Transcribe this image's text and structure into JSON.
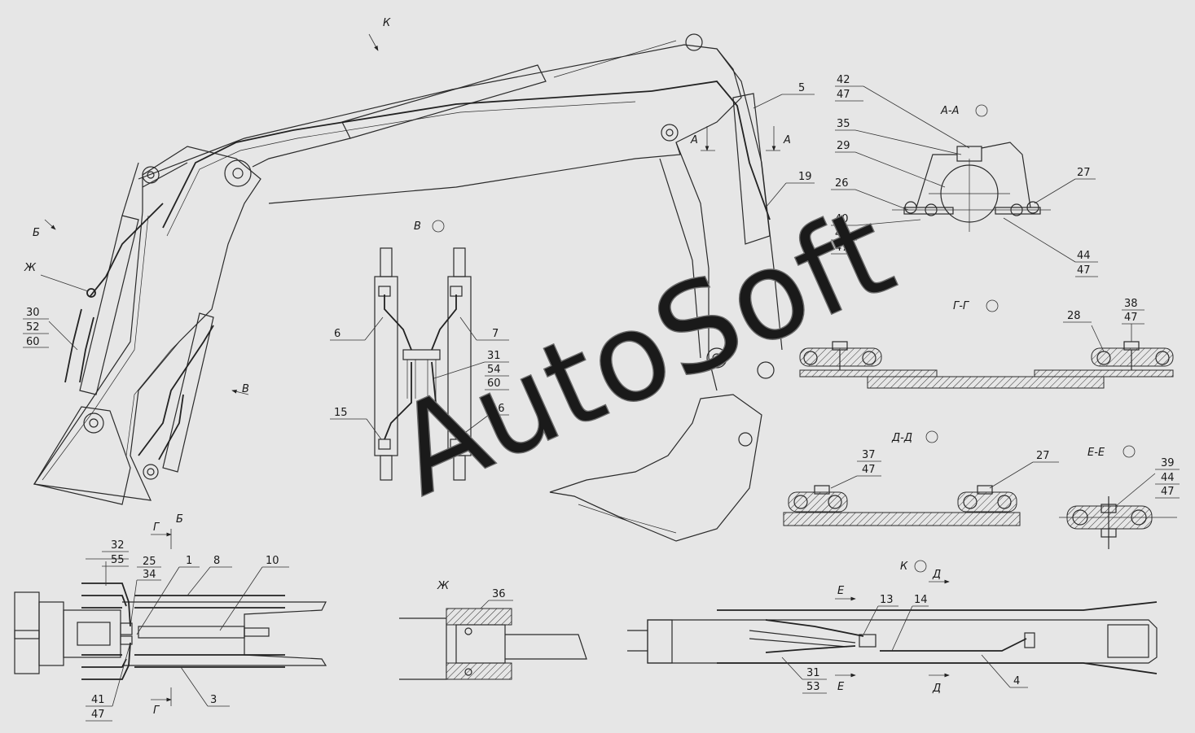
{
  "watermark": "AutoSoft",
  "views": {
    "k": "К",
    "b": "Б",
    "v": "В",
    "zh": "Ж",
    "a_mark": "А",
    "aa": "А-А",
    "v_view": "В",
    "gg": "Г-Г",
    "dd": "Д-Д",
    "ee": "Е-Е",
    "k_view": "К",
    "b_view": "Б",
    "g": "Г",
    "e": "Е",
    "d": "Д",
    "zh_view": "Ж"
  },
  "labels": {
    "p5": "5",
    "p19": "19",
    "p42": "42",
    "p47a": "47",
    "p35": "35",
    "p29": "29",
    "p26": "26",
    "p40": "40",
    "p44a": "44",
    "p47b": "47",
    "p27a": "27",
    "p44b": "44",
    "p47c": "47",
    "p30": "30",
    "p52": "52",
    "p60a": "60",
    "p6": "6",
    "p7": "7",
    "p31a": "31",
    "p54": "54",
    "p60b": "60",
    "p15": "15",
    "p16": "16",
    "p28": "28",
    "p38": "38",
    "p47d": "47",
    "p37": "37",
    "p47e": "47",
    "p27b": "27",
    "p39": "39",
    "p44c": "44",
    "p47f": "47",
    "p32": "32",
    "p55": "55",
    "p25": "25",
    "p34": "34",
    "p1": "1",
    "p8": "8",
    "p10": "10",
    "p41": "41",
    "p47g": "47",
    "p3": "3",
    "p36": "36",
    "p13": "13",
    "p14": "14",
    "p31b": "31",
    "p53": "53",
    "p4": "4"
  }
}
